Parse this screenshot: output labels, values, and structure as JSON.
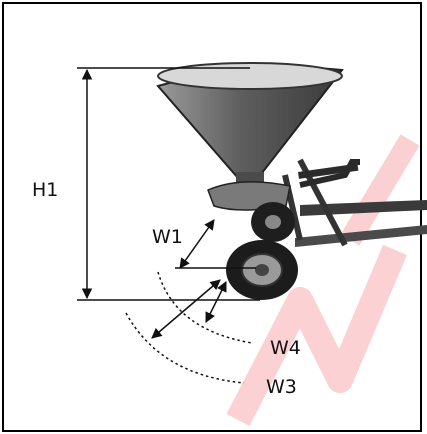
{
  "diagram": {
    "labels": {
      "h1": "H1",
      "w1": "W1",
      "w4": "W4",
      "w3": "W3"
    },
    "colors": {
      "watermark": "#e8000a",
      "hopper": "#6e6e6e",
      "ink": "#111111"
    },
    "icons": {
      "machine": "fertilizer-spreader-illustration"
    }
  }
}
